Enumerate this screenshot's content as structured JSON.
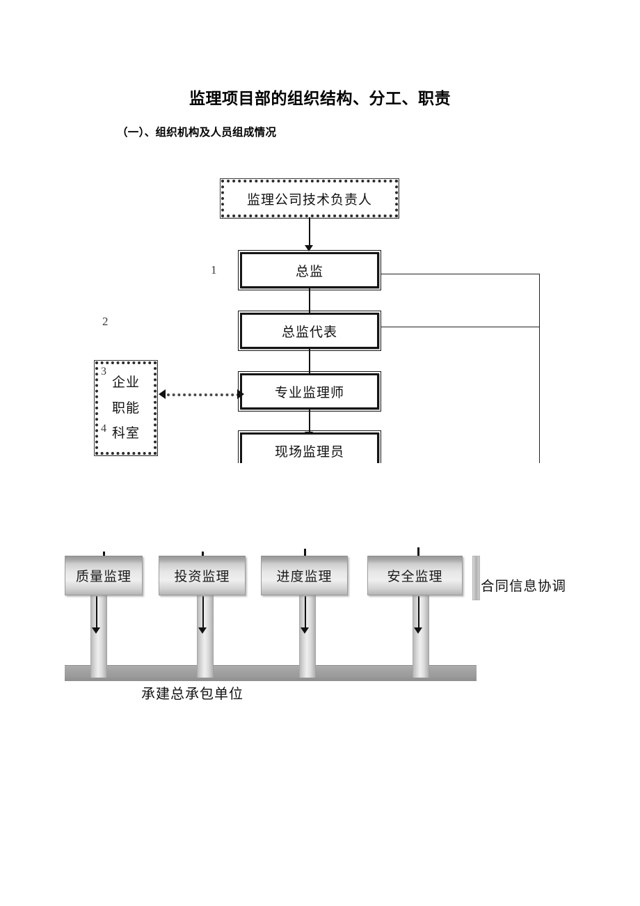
{
  "document": {
    "title": "监理项目部的组织结构、分工、职责",
    "subtitle": "（一）、组织机构及人员组成情况"
  },
  "org_chart": {
    "nodes": [
      {
        "id": "tech-lead",
        "label": "监理公司技术负责人"
      },
      {
        "id": "chief",
        "label": "总监"
      },
      {
        "id": "chief-deputy",
        "label": "总监代表"
      },
      {
        "id": "specialist",
        "label": "专业监理师"
      },
      {
        "id": "site-inspector",
        "label": "现场监理员"
      }
    ],
    "side_node": {
      "id": "functional-dept",
      "lines": [
        "企业",
        "职能",
        "科室"
      ]
    },
    "markers": [
      "1",
      "2",
      "3",
      "4"
    ]
  },
  "pillar_diagram": {
    "slabs": [
      {
        "id": "quality",
        "label": "质量监理"
      },
      {
        "id": "cost",
        "label": "投资监理"
      },
      {
        "id": "progress",
        "label": "进度监理"
      },
      {
        "id": "safety",
        "label": "安全监理"
      }
    ],
    "side_label": "合同信息协调",
    "ground_label": "承建总承包单位"
  }
}
